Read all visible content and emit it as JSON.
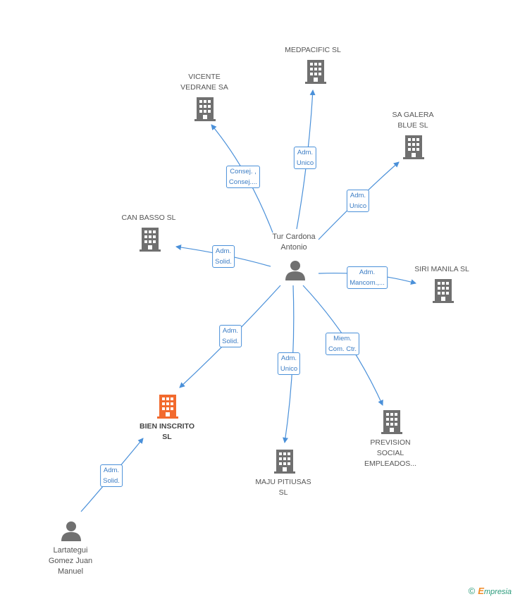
{
  "nodes": {
    "center": {
      "label": "Tur Cardona Antonio"
    },
    "medpacific": {
      "label": "MEDPACIFIC SL"
    },
    "vicente": {
      "label": "VICENTE VEDRANE SA"
    },
    "sagalera": {
      "label": "SA GALERA BLUE SL"
    },
    "canbasso": {
      "label": "CAN BASSO SL"
    },
    "sirimanila": {
      "label": "SIRI MANILA SL"
    },
    "bien": {
      "label": "BIEN INSCRITO SL"
    },
    "maju": {
      "label": "MAJU PITIUSAS SL"
    },
    "prevision": {
      "label": "PREVISION SOCIAL EMPLEADOS..."
    },
    "lartategui": {
      "label": "Lartategui Gomez Juan Manuel"
    }
  },
  "edges": {
    "medpacific": {
      "line1": "Adm.",
      "line2": "Unico"
    },
    "vicente": {
      "line1": "Consej. ,",
      "line2": "Consej...."
    },
    "sagalera": {
      "line1": "Adm.",
      "line2": "Unico"
    },
    "canbasso": {
      "line1": "Adm.",
      "line2": "Solid."
    },
    "sirimanila": {
      "line1": "Adm.",
      "line2": "Mancom.,..."
    },
    "bien": {
      "line1": "Adm.",
      "line2": "Solid."
    },
    "maju": {
      "line1": "Adm.",
      "line2": "Unico"
    },
    "prevision": {
      "line1": "Miem.",
      "line2": "Com. Ctr."
    },
    "lartategui": {
      "line1": "Adm.",
      "line2": "Solid."
    }
  },
  "colors": {
    "edge": "#4a90d9",
    "building": "#707070",
    "building_focus": "#f26a2e",
    "person": "#707070"
  },
  "footer": {
    "copyright": "©",
    "brand_e": "E",
    "brand_rest": "mpresia"
  }
}
